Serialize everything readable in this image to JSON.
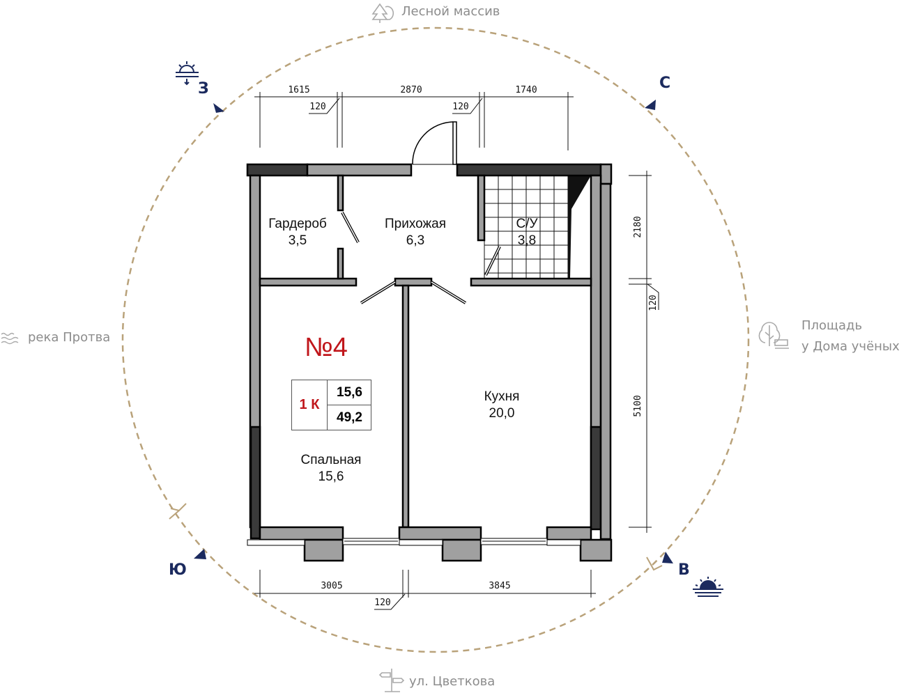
{
  "surroundings": {
    "north": "Лесной массив",
    "west": "река Протва",
    "east_line1": "Площадь",
    "east_line2": "у Дома учёных",
    "south": "ул. Цветкова"
  },
  "compass": {
    "west": "З",
    "north": "С",
    "south": "Ю",
    "east": "В"
  },
  "apartment": {
    "number": "№4",
    "type": "1 К",
    "living_area": "15,6",
    "total_area": "49,2"
  },
  "rooms": [
    {
      "name": "Гардероб",
      "area": "3,5"
    },
    {
      "name": "Прихожая",
      "area": "6,3"
    },
    {
      "name": "С/У",
      "area": "3,8"
    },
    {
      "name": "Кухня",
      "area": "20,0"
    },
    {
      "name": "Спальная",
      "area": "15,6"
    }
  ],
  "dimensions": {
    "top": [
      "1615",
      "2870",
      "1740"
    ],
    "top_walls": [
      "120",
      "120"
    ],
    "right": [
      "2180",
      "120",
      "5100"
    ],
    "bottom": [
      "3005",
      "3845"
    ],
    "bottom_wall": "120"
  },
  "colors": {
    "compass_ring": "#b9a27a",
    "accent": "#c0161b",
    "navy": "#1b2a5e",
    "wall": "#a0a0a0",
    "wall_dark": "#3a3a3a"
  }
}
